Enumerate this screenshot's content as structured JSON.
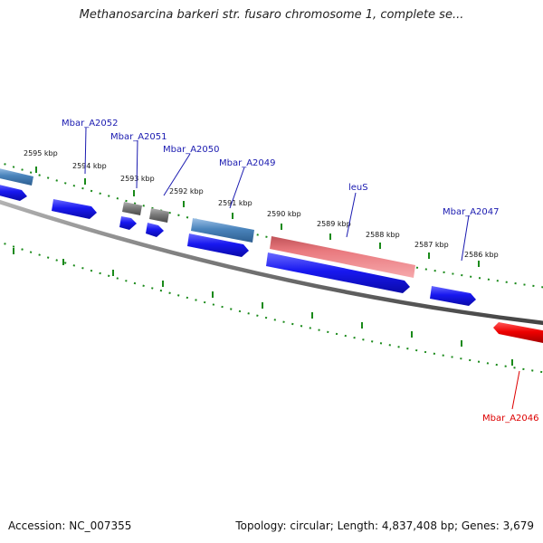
{
  "title": "Methanosarcina barkeri str. fusaro chromosome 1, complete se...",
  "footer": {
    "accession": "Accession: NC_007355",
    "summary": "Topology: circular; Length: 4,837,408 bp; Genes: 3,679"
  },
  "ticks": [
    "2595 kbp",
    "2594 kbp",
    "2593 kbp",
    "2592 kbp",
    "2591 kbp",
    "2590 kbp",
    "2589 kbp",
    "2588 kbp",
    "2587 kbp",
    "2586 kbp"
  ],
  "genes": {
    "Mbar_A2052": "Mbar_A2052",
    "Mbar_A2051": "Mbar_A2051",
    "Mbar_A2050": "Mbar_A2050",
    "Mbar_A2049": "Mbar_A2049",
    "leuS": "leuS",
    "Mbar_A2047": "Mbar_A2047",
    "Mbar_A2046": "Mbar_A2046"
  },
  "colors": {
    "forward_gene": "#1010ee",
    "gene_blue_light": "#4a80b8",
    "gene_gray": "#777777",
    "gene_pink": "#e67a7e",
    "gene_red": "#ee0000",
    "label_blue": "#1a1ab0",
    "label_red": "#dd0000",
    "tick_green": "#1a8a1a",
    "backbone": "#7a7a7a"
  }
}
